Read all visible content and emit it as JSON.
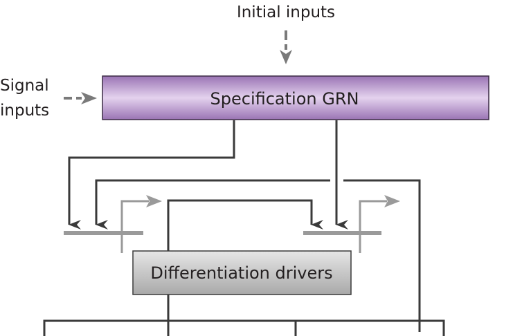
{
  "labels": {
    "initial_inputs": "Initial inputs",
    "signal_inputs_line1": "Signal",
    "signal_inputs_line2": "inputs",
    "specification_grn": "Specification GRN",
    "differentiation_drivers": "Differentiation drivers"
  },
  "colors": {
    "spec_box_fill": "#c8a8d8",
    "spec_box_border": "#3a2a44",
    "diff_box_fill": "#c8c8c8",
    "wire_dark": "#3a3a3a",
    "wire_gray": "#9a9a9a",
    "text": "#231f20"
  },
  "icons": {
    "arrow_dark": "arrowhead-dark-icon",
    "arrow_gray": "arrowhead-gray-icon",
    "dashed_arrow": "dashed-arrow-icon",
    "promoter_bent_arrow": "promoter-bent-arrow-icon"
  }
}
